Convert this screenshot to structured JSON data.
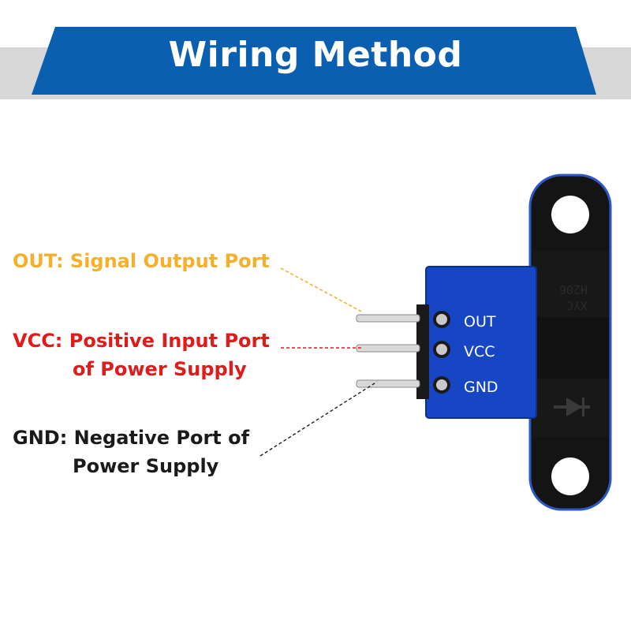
{
  "title": "Wiring Method",
  "labels": {
    "out_key": "OUT:",
    "out_desc": "Signal Output Port",
    "vcc_key": "VCC:",
    "vcc_desc_line1": "Positive Input Port",
    "vcc_desc_line2": "of Power Supply",
    "gnd_key": "GND:",
    "gnd_desc_line1": "Negative Port of",
    "gnd_desc_line2": "Power Supply"
  },
  "board": {
    "pins": [
      "OUT",
      "VCC",
      "GND"
    ],
    "marking_line1": "H206",
    "marking_line2": "XYC"
  },
  "colors": {
    "banner_blue": "#0b5fb0",
    "out": "#f5b02b",
    "vcc": "#e11a1a",
    "gnd": "#1a1a1a",
    "pcb_blue": "#1746c4"
  }
}
